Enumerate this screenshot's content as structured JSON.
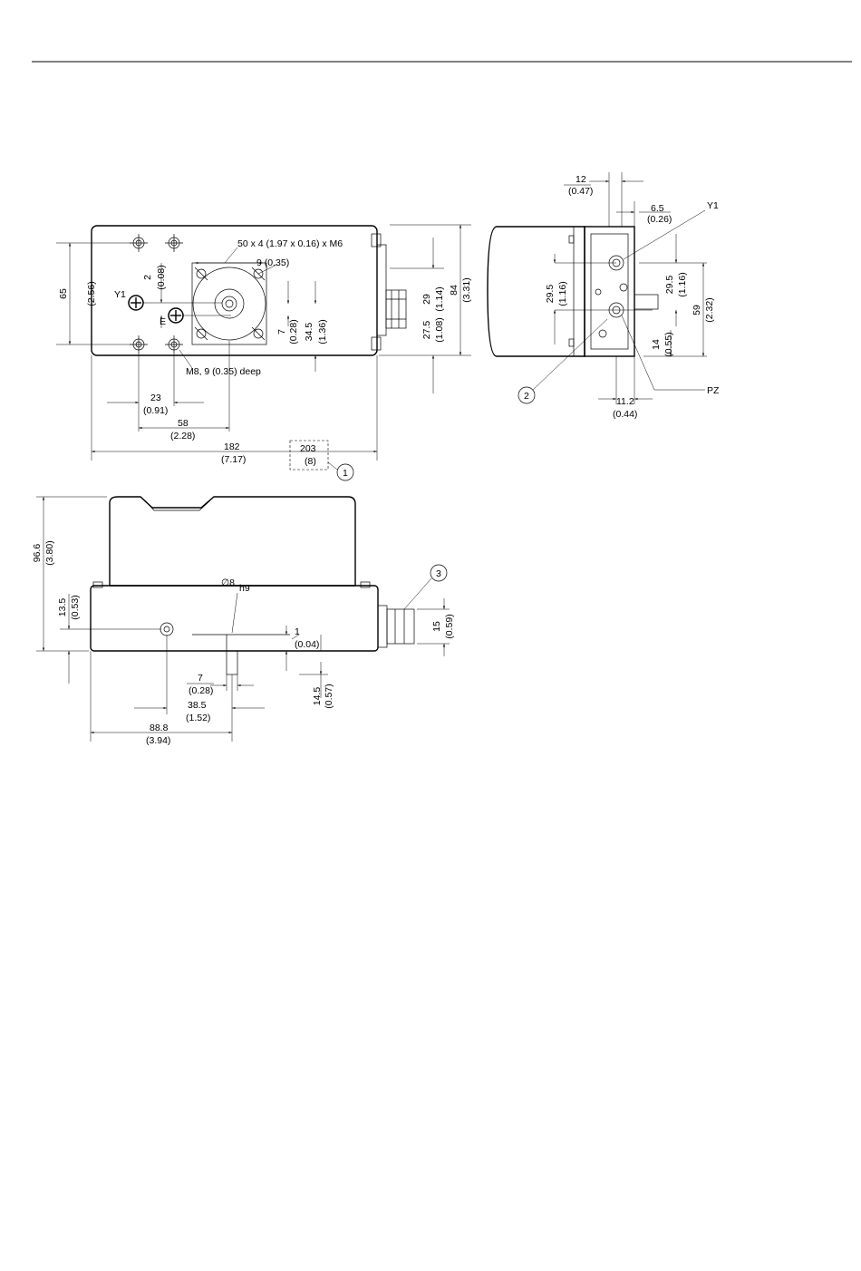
{
  "front": {
    "spec_square": "50 x 4 (1.97 x 0.16) x M6",
    "bolt_circle": "9 (0.35)",
    "y1": "Y1",
    "e": "E",
    "height_mm": "65",
    "height_in": "(2.56)",
    "offset_mm": "2",
    "offset_in": "(0.08)",
    "hole_spec": "M8,  9 (0.35) deep",
    "shaft_off_mm": "7",
    "shaft_off_in": "(0.28)",
    "shaft_h_mm": "34.5",
    "shaft_h_in": "(1.36)",
    "gland_top_mm": "29",
    "gland_top_in": "(1.14)",
    "gland_bot_mm": "27.5",
    "gland_bot_in": "(1.08)",
    "depth_mm": "84",
    "depth_in": "(3.31)",
    "w23_mm": "23",
    "w23_in": "(0.91)",
    "w58_mm": "58",
    "w58_in": "(2.28)",
    "w182_mm": "182",
    "w182_in": "(7.17)",
    "w203_mm": "203",
    "w203_in": "(8)",
    "callout1": "1"
  },
  "side": {
    "w12_mm": "12",
    "w12_in": "(0.47)",
    "w65_mm": "6.5",
    "w65_in": "(0.26)",
    "y1": "Y1",
    "h295a_mm": "29.5",
    "h295a_in": "(1.16)",
    "h295b_mm": "29.5",
    "h295b_in": "(1.16)",
    "h59_mm": "59",
    "h59_in": "(2.32)",
    "h14_mm": "14",
    "h14_in": "(0.55)",
    "pz": "PZ",
    "w112_mm": "11.2",
    "w112_in": "(0.44)",
    "callout2": "2"
  },
  "bottom": {
    "h966_mm": "96.6",
    "h966_in": "(3.80)",
    "h135_mm": "13.5",
    "h135_in": "(0.53)",
    "dia": "∅8",
    "tol": "h9",
    "d1_mm": "1",
    "d1_in": "(0.04)",
    "h15_mm": "15",
    "h15_in": "(0.59)",
    "w7_mm": "7",
    "w7_in": "(0.28)",
    "w385_mm": "38.5",
    "w385_in": "(1.52)",
    "h145_mm": "14.5",
    "h145_in": "(0.57)",
    "w888_mm": "88.8",
    "w888_in": "(3.94)",
    "callout3": "3"
  }
}
